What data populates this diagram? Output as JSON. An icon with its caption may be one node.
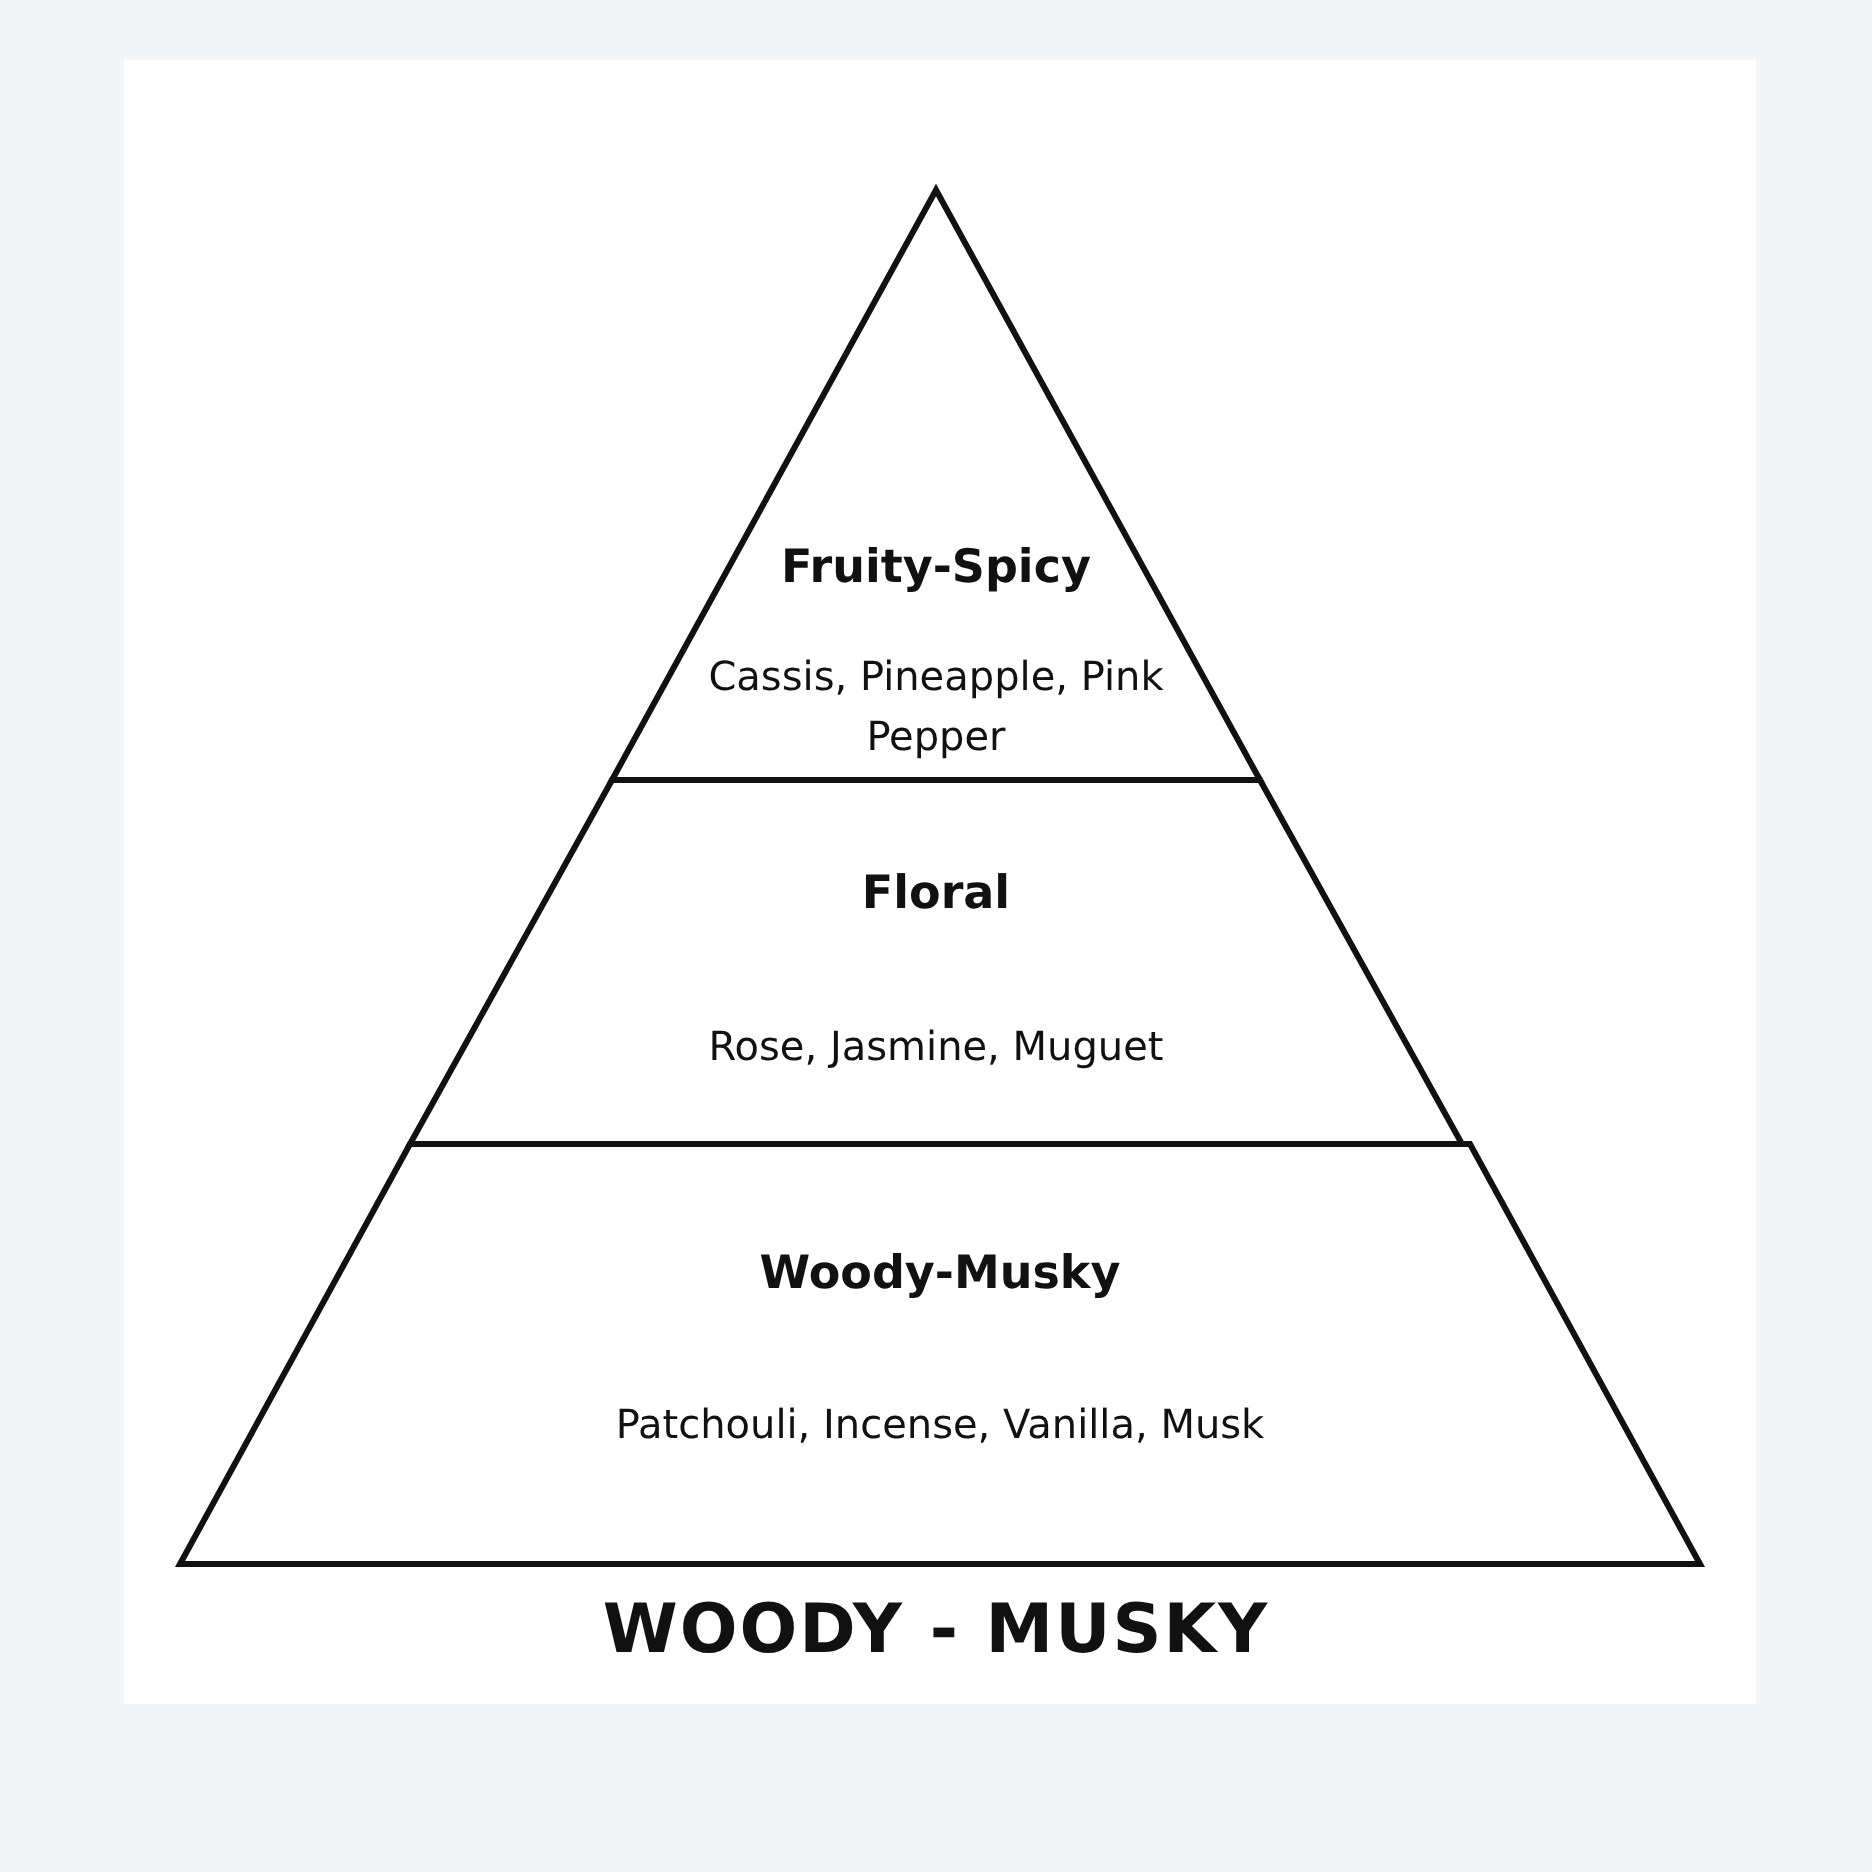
{
  "diagram": {
    "caption": "WOODY - MUSKY",
    "nodes": [
      {
        "text": [
          "Fruity-Spicy",
          "Cassis, Pineapple, Pink Pepper"
        ]
      },
      {
        "text": [
          "Floral",
          "Rose, Jasmine, Muguet"
        ]
      },
      {
        "text": [
          "Woody-Musky",
          "Patchouli, Incense, Vanilla, Musk"
        ]
      }
    ],
    "edges": []
  }
}
